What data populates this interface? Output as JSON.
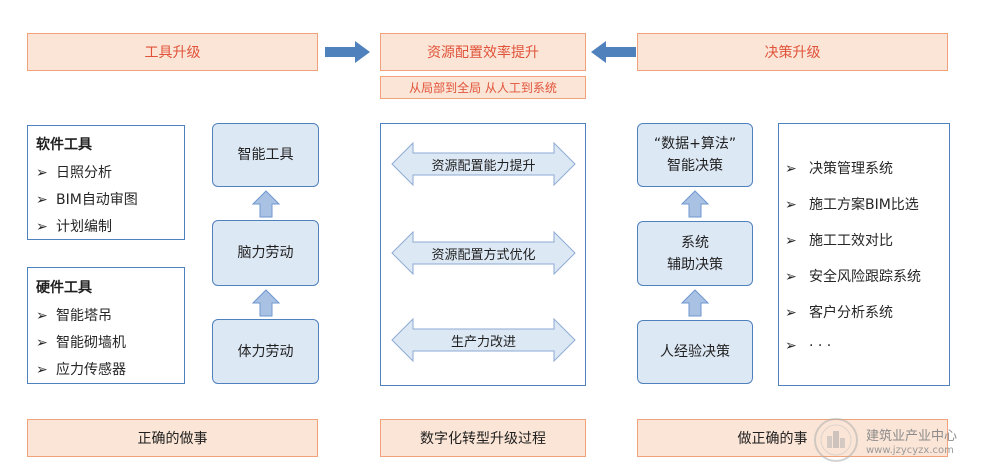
{
  "top": {
    "left": "工具升级",
    "center": "资源配置效率提升",
    "center_sub": "从局部到全局  从人工到系统",
    "right": "决策升级"
  },
  "left": {
    "software": {
      "title": "软件工具",
      "items": [
        "日照分析",
        "BIM自动审图",
        "计划编制"
      ]
    },
    "hardware": {
      "title": "硬件工具",
      "items": [
        "智能塔吊",
        "智能砌墙机",
        "应力传感器"
      ]
    },
    "steps": [
      "智能工具",
      "脑力劳动",
      "体力劳动"
    ]
  },
  "center": {
    "arrows": [
      "资源配置能力提升",
      "资源配置方式优化",
      "生产力改进"
    ]
  },
  "right": {
    "steps": [
      {
        "line1": "“数据+算法”",
        "line2": "智能决策"
      },
      {
        "line1": "系统",
        "line2": "辅助决策"
      },
      {
        "line1": "人经验决策",
        "line2": ""
      }
    ],
    "systems": [
      "决策管理系统",
      "施工方案BIM比选",
      "施工工效对比",
      "安全风险跟踪系统",
      "客户分析系统",
      "· · ·"
    ]
  },
  "bottom": {
    "left": "正确的做事",
    "center": "数字化转型升级过程",
    "right": "做正确的事"
  },
  "watermark": {
    "name": "建筑业产业中心",
    "url": "www.jzycyzx.com"
  },
  "bullet_glyph": "➢",
  "colors": {
    "peach_fill": "#fbe5d6",
    "peach_border": "#f2a27a",
    "top_text": "#e0533a",
    "blue_border": "#4f81bd",
    "blue_fill": "#dde8f5",
    "arrow_fill": "#4f81bd"
  }
}
